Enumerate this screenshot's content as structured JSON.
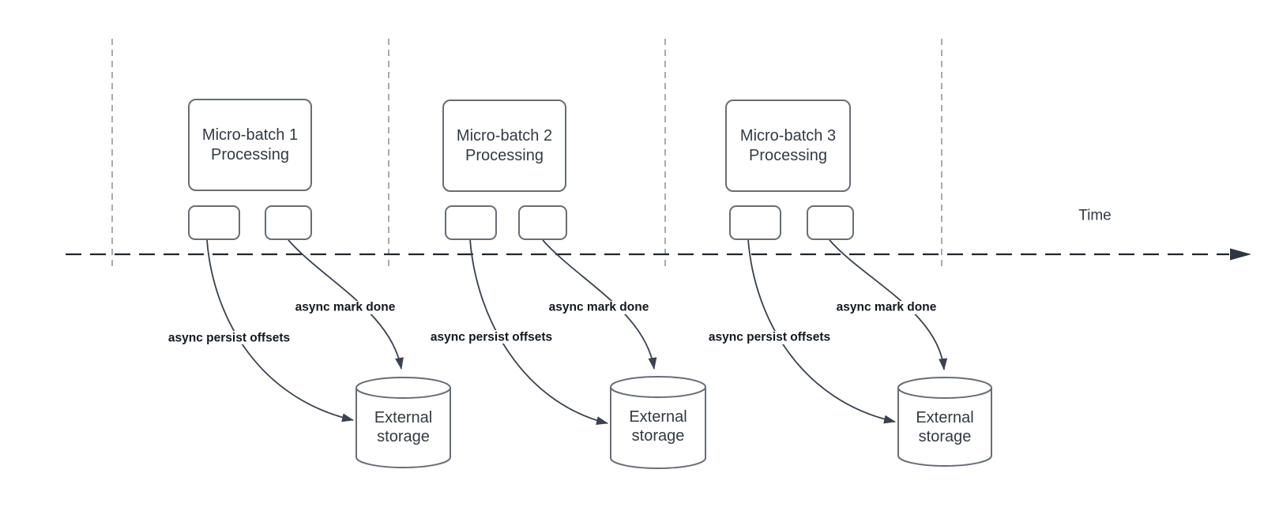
{
  "diagram": {
    "time_axis_label": "Time",
    "batches": [
      {
        "box_line1": "Micro-batch 1",
        "box_line2": "Processing",
        "persist_label": "async persist offsets",
        "mark_done_label": "async mark done",
        "storage_line1": "External",
        "storage_line2": "storage"
      },
      {
        "box_line1": "Micro-batch 2",
        "box_line2": "Processing",
        "persist_label": "async persist offsets",
        "mark_done_label": "async mark done",
        "storage_line1": "External",
        "storage_line2": "storage"
      },
      {
        "box_line1": "Micro-batch 3",
        "box_line2": "Processing",
        "persist_label": "async persist offsets",
        "mark_done_label": "async mark done",
        "storage_line1": "External",
        "storage_line2": "storage"
      }
    ],
    "colors": {
      "node_border": "#696d75",
      "curve_stroke": "#3b414d",
      "timeline_stroke": "#22262e",
      "gridline_stroke": "#a8aaae",
      "text_primary": "#343a42",
      "label_bold_text": "#14181f",
      "background": "#ffffff"
    }
  }
}
